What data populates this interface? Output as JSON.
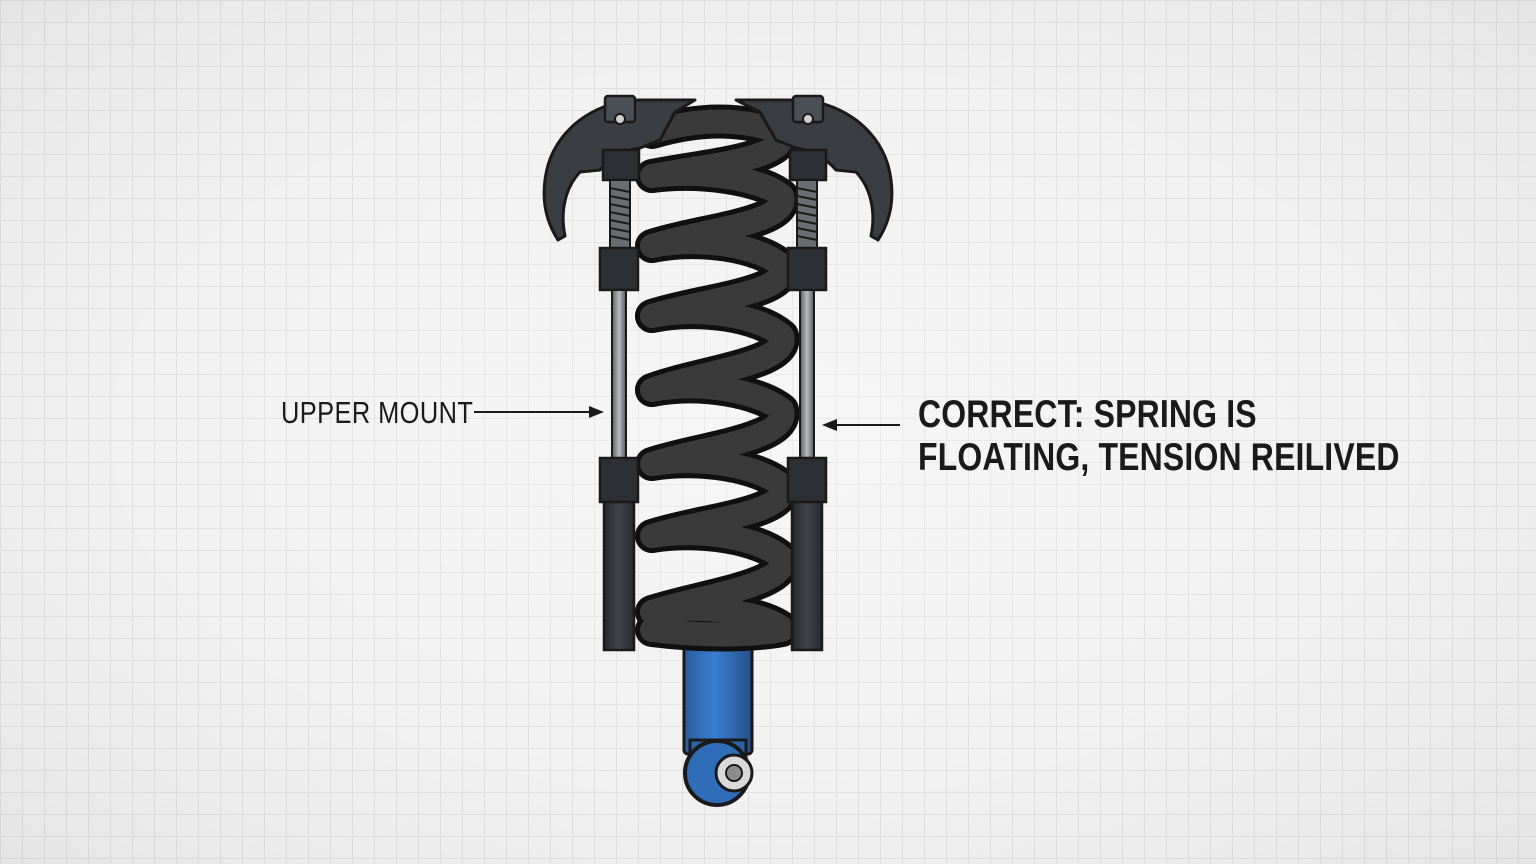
{
  "labels": {
    "left": "UPPER MOUNT",
    "right_line1": "CORRECT: SPRING IS",
    "right_line2": "FLOATING, TENSION REILIVED"
  },
  "colors": {
    "background": "#f2f2f2",
    "grid": "#e1e1e1",
    "spring": "#2c2c2c",
    "tool_metal": "#3a3d42",
    "shock_body": "#2f6db8",
    "text": "#1a1a1a"
  },
  "parts": [
    "coil-spring",
    "spring-compressor",
    "shock-absorber",
    "compressor-hook",
    "threaded-rod"
  ]
}
